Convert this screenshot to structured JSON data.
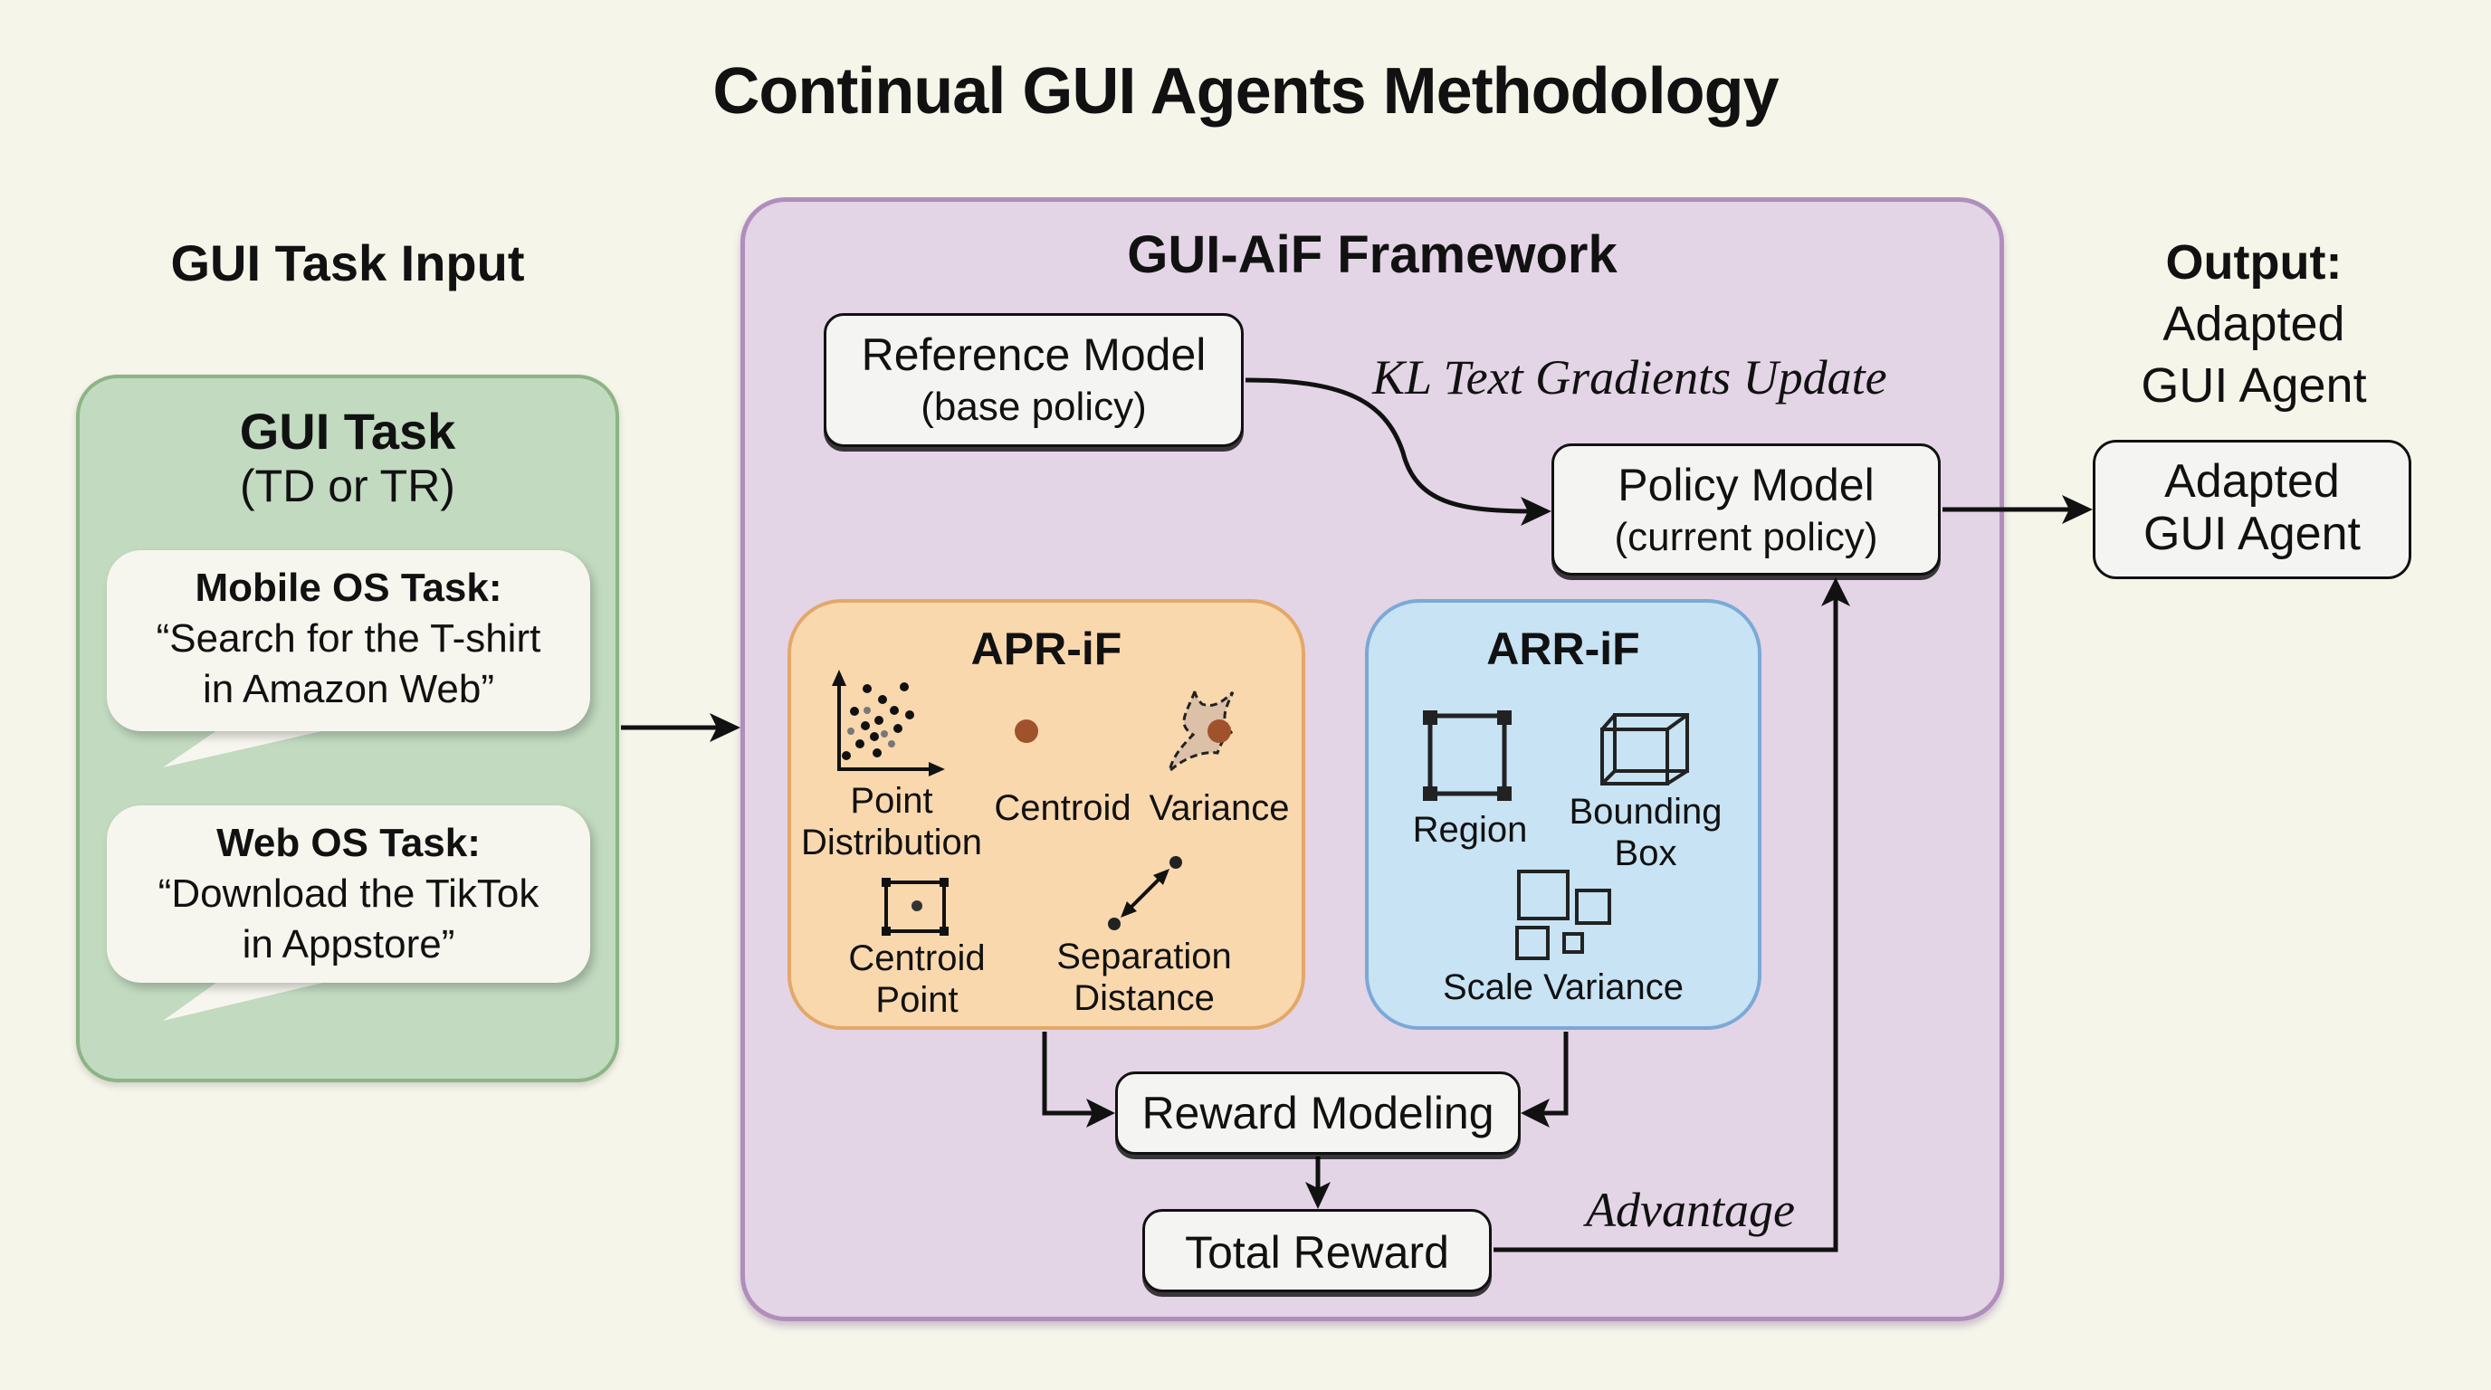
{
  "title": "Continual GUI Agents Methodology",
  "input": {
    "heading": "GUI Task Input",
    "box_title": "GUI Task",
    "box_subtitle": "(TD or TR)",
    "tasks": [
      {
        "label": "Mobile OS Task:",
        "line1": "“Search for the T-shirt",
        "line2": "in Amazon Web”"
      },
      {
        "label": "Web OS Task:",
        "line1": "“Download the TikTok",
        "line2": "in Appstore”"
      }
    ]
  },
  "framework": {
    "title": "GUI-AiF Framework",
    "reference_model": {
      "line1": "Reference Model",
      "line2": "(base policy)"
    },
    "policy_model": {
      "line1": "Policy Model",
      "line2": "(current policy)"
    },
    "kl_label": "KL Text Gradients Update",
    "apr": {
      "title": "APR-iF",
      "items": [
        {
          "icon": "scatter-plot-icon",
          "line1": "Point",
          "line2": "Distribution"
        },
        {
          "icon": "centroid-dot-icon",
          "line1": "Centroid",
          "line2": ""
        },
        {
          "icon": "variance-shape-icon",
          "line1": "Variance",
          "line2": ""
        },
        {
          "icon": "centroid-point-icon",
          "line1": "Centroid",
          "line2": "Point"
        },
        {
          "icon": "separation-arrow-icon",
          "line1": "Separation",
          "line2": "Distance"
        }
      ]
    },
    "arr": {
      "title": "ARR-iF",
      "items": [
        {
          "icon": "region-icon",
          "line1": "Region",
          "line2": ""
        },
        {
          "icon": "bounding-box-icon",
          "line1": "Bounding",
          "line2": "Box"
        },
        {
          "icon": "scale-variance-icon",
          "line1": "Scale Variance",
          "line2": ""
        }
      ]
    },
    "reward_modeling": "Reward Modeling",
    "total_reward": "Total Reward",
    "advantage_label": "Advantage"
  },
  "output": {
    "heading_bold": "Output:",
    "heading_line2": "Adapted",
    "heading_line3": "GUI Agent",
    "box_line1": "Adapted",
    "box_line2": "GUI Agent"
  },
  "colors": {
    "background": "#f5f5ea",
    "input_green": "#c2dac0",
    "framework_purple": "#e3d4e6",
    "apr_orange": "#f9d8ae",
    "arr_blue": "#c7e3f4",
    "centroid_brown": "#a0522d"
  }
}
